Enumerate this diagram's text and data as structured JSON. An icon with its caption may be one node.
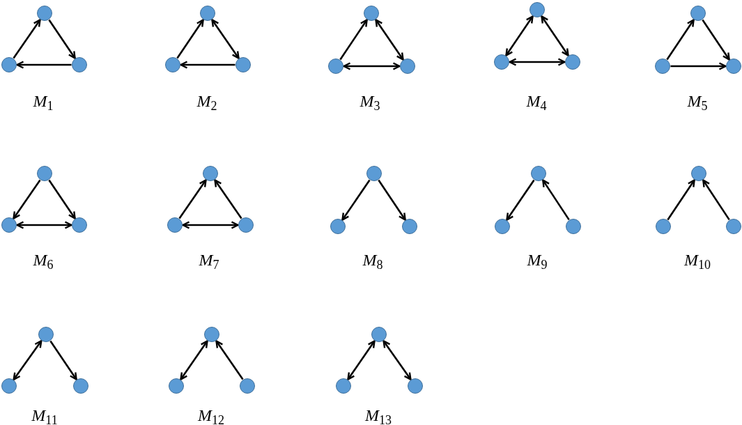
{
  "diagram": {
    "nodes": [
      {
        "text": [],
        "shape": "circle"
      },
      {
        "text": [],
        "shape": "circle"
      },
      {
        "text": [],
        "shape": "circle"
      },
      {
        "text": [],
        "shape": "circle"
      },
      {
        "text": [],
        "shape": "circle"
      },
      {
        "text": [],
        "shape": "circle"
      },
      {
        "text": [],
        "shape": "circle"
      },
      {
        "text": [],
        "shape": "circle"
      },
      {
        "text": [],
        "shape": "circle"
      },
      {
        "text": [],
        "shape": "circle"
      },
      {
        "text": [],
        "shape": "circle"
      },
      {
        "text": [],
        "shape": "circle"
      },
      {
        "text": [],
        "shape": "circle"
      },
      {
        "text": [],
        "shape": "circle"
      },
      {
        "text": [],
        "shape": "circle"
      },
      {
        "text": [],
        "shape": "circle"
      },
      {
        "text": [],
        "shape": "circle"
      },
      {
        "text": [],
        "shape": "circle"
      },
      {
        "text": [],
        "shape": "circle"
      },
      {
        "text": [],
        "shape": "circle"
      },
      {
        "text": [],
        "shape": "circle"
      },
      {
        "text": [],
        "shape": "circle"
      },
      {
        "text": [],
        "shape": "circle"
      },
      {
        "text": [],
        "shape": "circle"
      },
      {
        "text": [],
        "shape": "circle"
      },
      {
        "text": [],
        "shape": "circle"
      },
      {
        "text": [],
        "shape": "circle"
      },
      {
        "text": [],
        "shape": "circle"
      },
      {
        "text": [],
        "shape": "circle"
      },
      {
        "text": [],
        "shape": "circle"
      },
      {
        "text": [],
        "shape": "circle"
      },
      {
        "text": [],
        "shape": "circle"
      },
      {
        "text": [],
        "shape": "circle"
      },
      {
        "text": [],
        "shape": "circle"
      },
      {
        "text": [],
        "shape": "circle"
      },
      {
        "text": [],
        "shape": "circle"
      },
      {
        "text": [],
        "shape": "circle"
      },
      {
        "text": [],
        "shape": "circle"
      },
      {
        "text": [],
        "shape": "circle"
      }
    ],
    "edges": [
      {
        "from": 1,
        "to": 0,
        "arrow": "to"
      },
      {
        "from": 0,
        "to": 2,
        "arrow": "to"
      },
      {
        "from": 2,
        "to": 1,
        "arrow": "to"
      },
      {
        "from": 4,
        "to": 3,
        "arrow": "to"
      },
      {
        "from": 3,
        "to": 5,
        "arrow": "both"
      },
      {
        "from": 5,
        "to": 4,
        "arrow": "to"
      },
      {
        "from": 7,
        "to": 6,
        "arrow": "to"
      },
      {
        "from": 6,
        "to": 8,
        "arrow": "both"
      },
      {
        "from": 7,
        "to": 8,
        "arrow": "both"
      },
      {
        "from": 9,
        "to": 10,
        "arrow": "both"
      },
      {
        "from": 9,
        "to": 11,
        "arrow": "both"
      },
      {
        "from": 10,
        "to": 11,
        "arrow": "both"
      },
      {
        "from": 13,
        "to": 12,
        "arrow": "to"
      },
      {
        "from": 12,
        "to": 14,
        "arrow": "to"
      },
      {
        "from": 13,
        "to": 14,
        "arrow": "to"
      },
      {
        "from": 15,
        "to": 16,
        "arrow": "to"
      },
      {
        "from": 15,
        "to": 17,
        "arrow": "to"
      },
      {
        "from": 16,
        "to": 17,
        "arrow": "both"
      },
      {
        "from": 19,
        "to": 18,
        "arrow": "to"
      },
      {
        "from": 20,
        "to": 18,
        "arrow": "to"
      },
      {
        "from": 19,
        "to": 20,
        "arrow": "both"
      },
      {
        "from": 21,
        "to": 22,
        "arrow": "to"
      },
      {
        "from": 21,
        "to": 23,
        "arrow": "to"
      },
      {
        "from": 24,
        "to": 25,
        "arrow": "to"
      },
      {
        "from": 26,
        "to": 24,
        "arrow": "to"
      },
      {
        "from": 28,
        "to": 27,
        "arrow": "to"
      },
      {
        "from": 29,
        "to": 27,
        "arrow": "to"
      },
      {
        "from": 30,
        "to": 31,
        "arrow": "both"
      },
      {
        "from": 30,
        "to": 32,
        "arrow": "to"
      },
      {
        "from": 33,
        "to": 34,
        "arrow": "both"
      },
      {
        "from": 35,
        "to": 33,
        "arrow": "to"
      },
      {
        "from": 36,
        "to": 37,
        "arrow": "both"
      },
      {
        "from": 36,
        "to": 38,
        "arrow": "both"
      }
    ],
    "labels": [
      "*M*$_{1}$",
      "*M*$_{2}$",
      "*M*$_{3}$",
      "*M*$_{4}$",
      "*M*$_{5}$",
      "*M*$_{6}$",
      "*M*$_{7}$",
      "*M*$_{8}$",
      "*M*$_{9}$",
      "*M*$_{10}$",
      "*M*$_{11}$",
      "*M*$_{12}$",
      "*M*$_{13}$"
    ]
  }
}
